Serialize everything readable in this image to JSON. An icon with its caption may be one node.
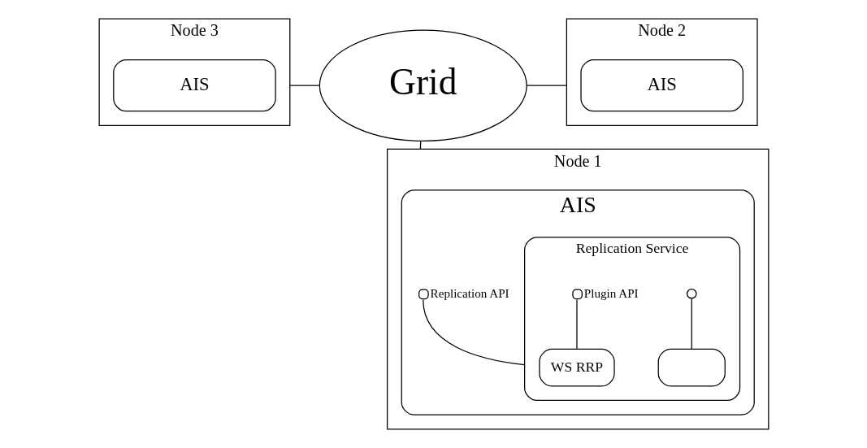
{
  "diagram": {
    "nodes": [
      {
        "text": [
          "Node 3"
        ]
      },
      {
        "text": [
          "AIS"
        ],
        "in": 0
      },
      {
        "text": [
          "Grid"
        ]
      },
      {
        "text": [
          "Node 2"
        ]
      },
      {
        "text": [
          "AIS"
        ],
        "in": 3
      },
      {
        "text": [
          "Node 1"
        ]
      },
      {
        "text": [
          "AIS"
        ],
        "in": 5
      },
      {
        "text": [
          "Replication Service"
        ],
        "in": 6
      },
      {
        "text": [
          "WS RRP"
        ],
        "in": 7
      },
      {
        "text": [],
        "shape": "box",
        "in": 7
      },
      {
        "text": [],
        "shape": "circle",
        "in": 6,
        "beside": [
          "Replication API"
        ]
      },
      {
        "text": [],
        "shape": "circle",
        "in": 7,
        "beside": [
          "Plugin API"
        ]
      },
      {
        "text": [],
        "shape": "circle",
        "in": 7
      }
    ],
    "edges": [
      {
        "from": 0,
        "to": 2,
        "arrow": "none"
      },
      {
        "from": 2,
        "to": 3,
        "arrow": "none"
      },
      {
        "from": 2,
        "to": 5,
        "arrow": "none"
      },
      {
        "from": 10,
        "to": 7,
        "arrow": "none"
      },
      {
        "from": 11,
        "to": 8,
        "arrow": "none"
      },
      {
        "from": 12,
        "to": 9,
        "arrow": "none"
      }
    ]
  }
}
